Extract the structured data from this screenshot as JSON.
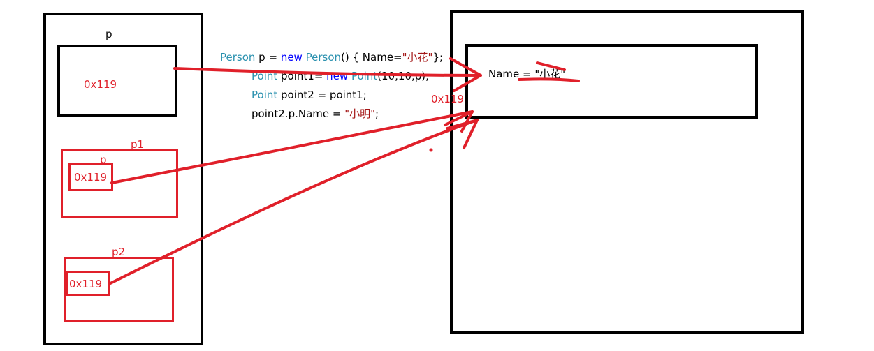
{
  "stack": {
    "p_label": "p",
    "p_value": "0x119",
    "p1_label": "p1",
    "p1_inner_label": "p",
    "p1_value": "0x119",
    "p2_label": "p2",
    "p2_value": "0x119"
  },
  "code": {
    "line1": {
      "type1": "Person",
      "text1": " p = ",
      "kw": "new",
      "type2": "Person",
      "text2": "() {  Name=",
      "str": "\"小花\"",
      "text3": "};"
    },
    "line2": {
      "type1": "Point",
      "text1": " point1= ",
      "kw": "new",
      "type2": "Point",
      "text2": "(10,10,p);"
    },
    "line3": {
      "type1": "Point",
      "text1": " point2 = point1;"
    },
    "line4": {
      "text1": "point2.p.Name = ",
      "str": "\"小明\"",
      "text2": ";"
    }
  },
  "heap": {
    "address_label": "0x119",
    "name_field": "Name = \"小花\""
  },
  "colors": {
    "annotation": "#e0202a",
    "outline": "#000000"
  }
}
